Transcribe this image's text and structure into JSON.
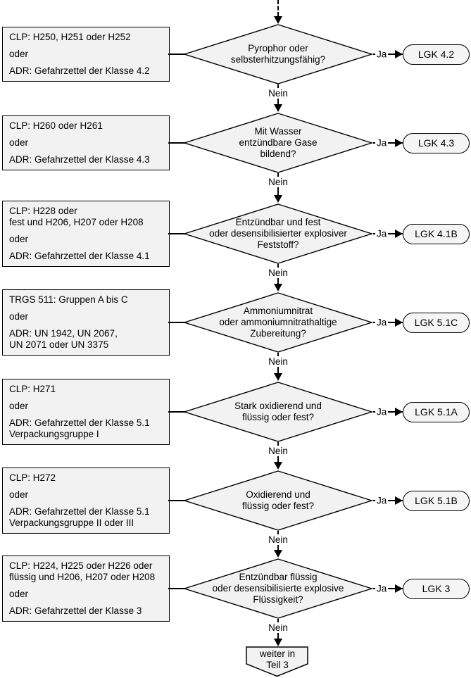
{
  "flow": {
    "colors": {
      "node_fill": "#f2f2f2",
      "pill_fill": "#f5f5f5",
      "line_color": "#000000"
    },
    "rows": [
      {
        "box_lines": [
          "CLP: H250, H251 oder H252",
          "oder",
          "ADR: Gefahrzettel der Klasse 4.2"
        ],
        "question": "Pyrophor oder\nselbsterhitzungsfähig?",
        "yes_label": "Ja",
        "no_label": "Nein",
        "result": "LGK 4.2"
      },
      {
        "box_lines": [
          "CLP: H260 oder H261",
          "oder",
          "ADR: Gefahrzettel der Klasse 4.3"
        ],
        "question": "Mit Wasser\nentzündbare Gase\nbildend?",
        "yes_label": "Ja",
        "no_label": "Nein",
        "result": "LGK 4.3"
      },
      {
        "box_lines": [
          "CLP: H228 oder\nfest und H206, H207 oder H208",
          "oder",
          "ADR: Gefahrzettel der Klasse 4.1"
        ],
        "question": "Entzündbar und fest\noder desensibilisierter explosiver\nFeststoff?",
        "yes_label": "Ja",
        "no_label": "Nein",
        "result": "LGK 4.1B"
      },
      {
        "box_lines": [
          "TRGS 511: Gruppen A bis C",
          "oder",
          "ADR: UN 1942, UN 2067,\nUN 2071 oder UN 3375"
        ],
        "question": "Ammoniumnitrat\noder ammoniumnitrathaltige\nZubereitung?",
        "yes_label": "Ja",
        "no_label": "Nein",
        "result": "LGK 5.1C"
      },
      {
        "box_lines": [
          "CLP: H271",
          "oder",
          "ADR: Gefahrzettel der Klasse 5.1\nVerpackungsgruppe I"
        ],
        "question": "Stark oxidierend und\nflüssig oder fest?",
        "yes_label": "Ja",
        "no_label": "Nein",
        "result": "LGK 5.1A"
      },
      {
        "box_lines": [
          "CLP: H272",
          "oder",
          "ADR: Gefahrzettel der Klasse 5.1\nVerpackungsgruppe II oder III"
        ],
        "question": "Oxidierend und\nflüssig oder fest?",
        "yes_label": "Ja",
        "no_label": "Nein",
        "result": "LGK 5.1B"
      },
      {
        "box_lines": [
          "CLP: H224, H225 oder H226 oder\nflüssig und H206, H207 oder H208",
          "oder",
          "ADR: Gefahrzettel der Klasse 3"
        ],
        "question": "Entzündbar flüssig\noder desensibilisierte explosive\nFlüssigkeit?",
        "yes_label": "Ja",
        "no_label": "Nein",
        "result": "LGK 3"
      }
    ],
    "terminal": "weiter in\nTeil 3"
  }
}
